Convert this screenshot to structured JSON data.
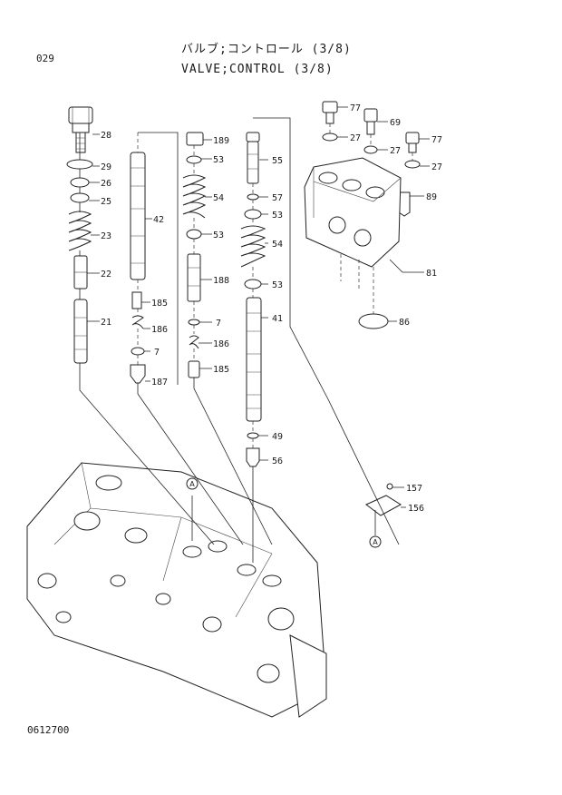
{
  "header": {
    "page_number": "029",
    "title_jp": "バルブ;コントロール (3/8)",
    "title_en": "VALVE;CONTROL (3/8)"
  },
  "footer": {
    "drawing_number": "0612700"
  },
  "callouts": {
    "a1": "A",
    "a2": "A"
  },
  "part_labels": [
    "28",
    "29",
    "26",
    "25",
    "23",
    "22",
    "21",
    "42",
    "185",
    "186",
    "7",
    "187",
    "189",
    "53",
    "54",
    "53",
    "188",
    "7",
    "186",
    "185",
    "55",
    "57",
    "53",
    "54",
    "53",
    "41",
    "49",
    "56",
    "77",
    "27",
    "69",
    "27",
    "77",
    "27",
    "89",
    "81",
    "86",
    "157",
    "156"
  ]
}
